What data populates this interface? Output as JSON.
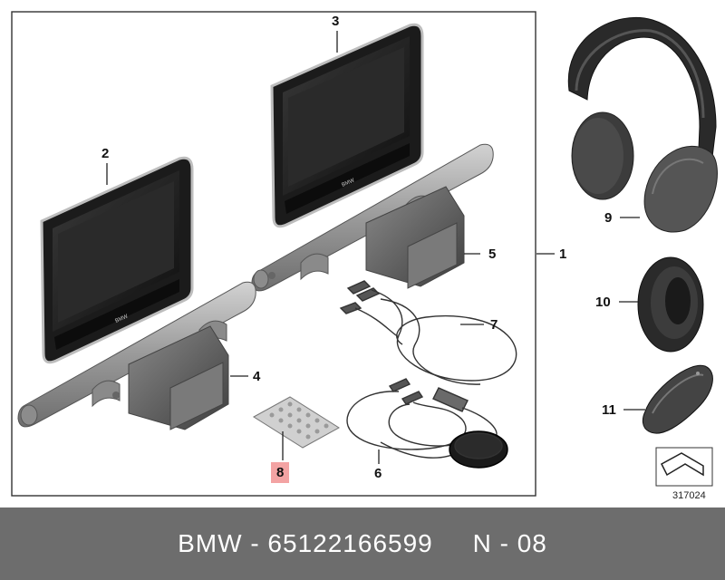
{
  "diagram": {
    "callouts": [
      {
        "id": "1",
        "label": "1"
      },
      {
        "id": "2",
        "label": "2"
      },
      {
        "id": "3",
        "label": "3"
      },
      {
        "id": "4",
        "label": "4"
      },
      {
        "id": "5",
        "label": "5"
      },
      {
        "id": "6",
        "label": "6"
      },
      {
        "id": "7",
        "label": "7"
      },
      {
        "id": "8",
        "label": "8"
      },
      {
        "id": "9",
        "label": "9"
      },
      {
        "id": "10",
        "label": "10"
      },
      {
        "id": "11",
        "label": "11"
      }
    ],
    "screen_brand": "BMW",
    "reference_code": "317024",
    "highlight_color": "#f3a3a3"
  },
  "footer": {
    "text": "BMW - 65122166599     N - 08"
  }
}
